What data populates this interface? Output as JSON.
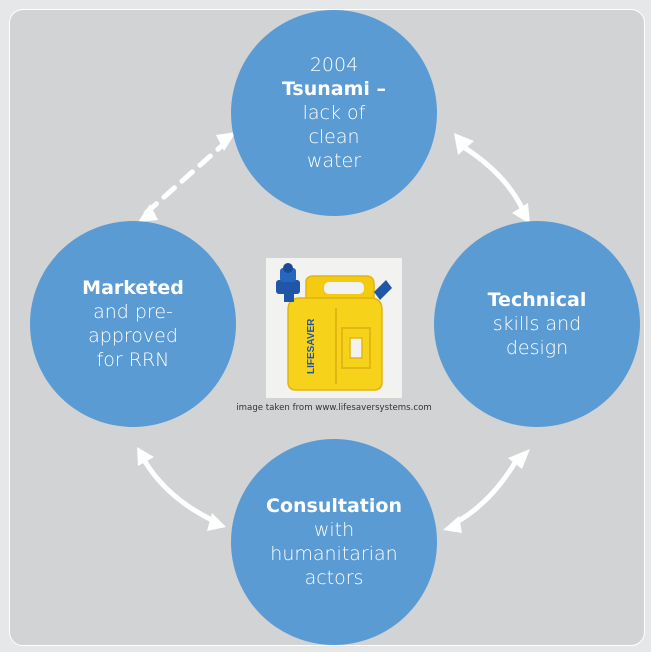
{
  "nodes": {
    "top": {
      "line1": "2004",
      "bold": "Tsunami –",
      "lines": [
        "lack of",
        "clean",
        "water"
      ]
    },
    "left": {
      "bold": "Marketed",
      "lines": [
        "and pre-",
        "approved",
        "for RRN"
      ]
    },
    "right": {
      "bold": "Technical",
      "lines": [
        "skills and",
        "design"
      ]
    },
    "bottom": {
      "bold": "Consultation",
      "lines": [
        "with",
        "humanitarian",
        "actors"
      ]
    }
  },
  "image": {
    "icon": "lifesaver-jerrycan",
    "brand_text": "LIFESAVER",
    "caption": "image taken from www.lifesaversystems.com"
  },
  "colors": {
    "node_fill": "#5b9bd3",
    "panel_bg": "#d1d3d4",
    "arrow": "#ffffff",
    "canister": "#f7d21a",
    "cap": "#1f56a8"
  }
}
